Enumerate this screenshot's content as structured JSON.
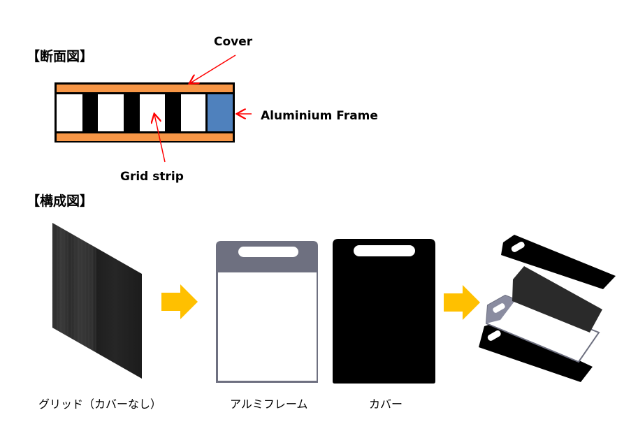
{
  "section_cross_section": {
    "heading": "【断面図】",
    "labels": {
      "cover": "Cover",
      "aluminium_frame": "Aluminium Frame",
      "grid_strip": "Grid strip"
    },
    "colors": {
      "cover": "#F79646",
      "frame": "#4F81BD",
      "grid_strip": "#000000",
      "arrow": "#FF0000"
    }
  },
  "section_composition": {
    "heading": "【構成図】",
    "items": [
      {
        "caption": "グリッド（カバーなし）"
      },
      {
        "caption": "アルミフレーム"
      },
      {
        "caption": "カバー"
      }
    ],
    "colors": {
      "flow_arrow": "#FFC000",
      "frame_gray": "#6E7080",
      "cover_black": "#000000"
    }
  }
}
